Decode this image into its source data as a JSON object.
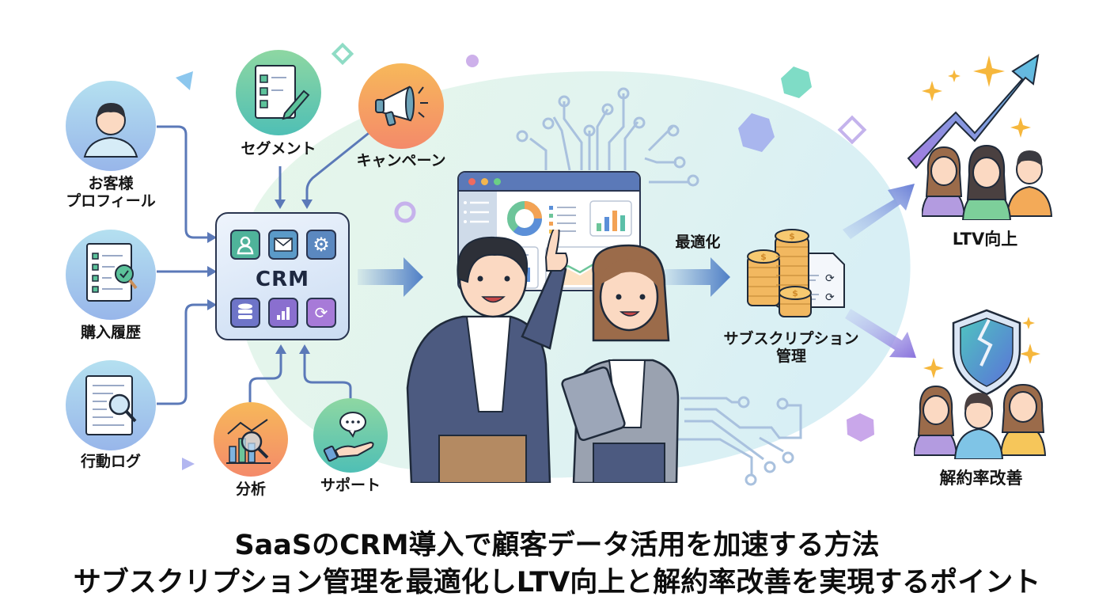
{
  "diagram": {
    "inputs_left": [
      {
        "id": "profile",
        "label_line1": "お客様",
        "label_line2": "プロフィール",
        "icon": "user-profile-icon"
      },
      {
        "id": "purchase",
        "label": "購入履歴",
        "icon": "purchase-history-icon"
      },
      {
        "id": "behavior",
        "label": "行動ログ",
        "icon": "behavior-log-icon"
      }
    ],
    "inputs_top": [
      {
        "id": "segment",
        "label": "セグメント",
        "icon": "checklist-icon"
      },
      {
        "id": "campaign",
        "label": "キャンペーン",
        "icon": "megaphone-icon"
      }
    ],
    "inputs_bottom": [
      {
        "id": "analysis",
        "label": "分析",
        "icon": "analytics-icon"
      },
      {
        "id": "support",
        "label": "サポート",
        "icon": "support-hand-icon"
      }
    ],
    "hub": {
      "label": "CRM",
      "tiles": [
        "user-icon",
        "mail-icon",
        "gear-icon",
        "database-icon",
        "bar-chart-icon",
        "sync-icon"
      ]
    },
    "center": {
      "scene": "two-people-reviewing-dashboard",
      "dashboard_icon": "dashboard-monitor-icon"
    },
    "optimize_label": "最適化",
    "subscription": {
      "label_line1": "サブスクリプション",
      "label_line2": "管理",
      "icon": "coins-and-invoice-icon"
    },
    "outcomes": [
      {
        "id": "ltv",
        "label": "LTV向上",
        "icon": "rising-arrow-icon"
      },
      {
        "id": "churn",
        "label": "解約率改善",
        "icon": "shield-icon"
      }
    ]
  },
  "title": {
    "line1": "SaaSのCRM導入で顧客データ活用を加速する方法",
    "line2": "サブスクリプション管理を最適化しLTV向上と解約率改善を実現するポイント"
  },
  "colors": {
    "arrow": "#5b79b8",
    "blob_green": "#e3f5ea",
    "blob_blue": "#dcf0f3",
    "orange": "#f59a4d",
    "green": "#4fbf8f",
    "purple": "#8b7fd9"
  }
}
